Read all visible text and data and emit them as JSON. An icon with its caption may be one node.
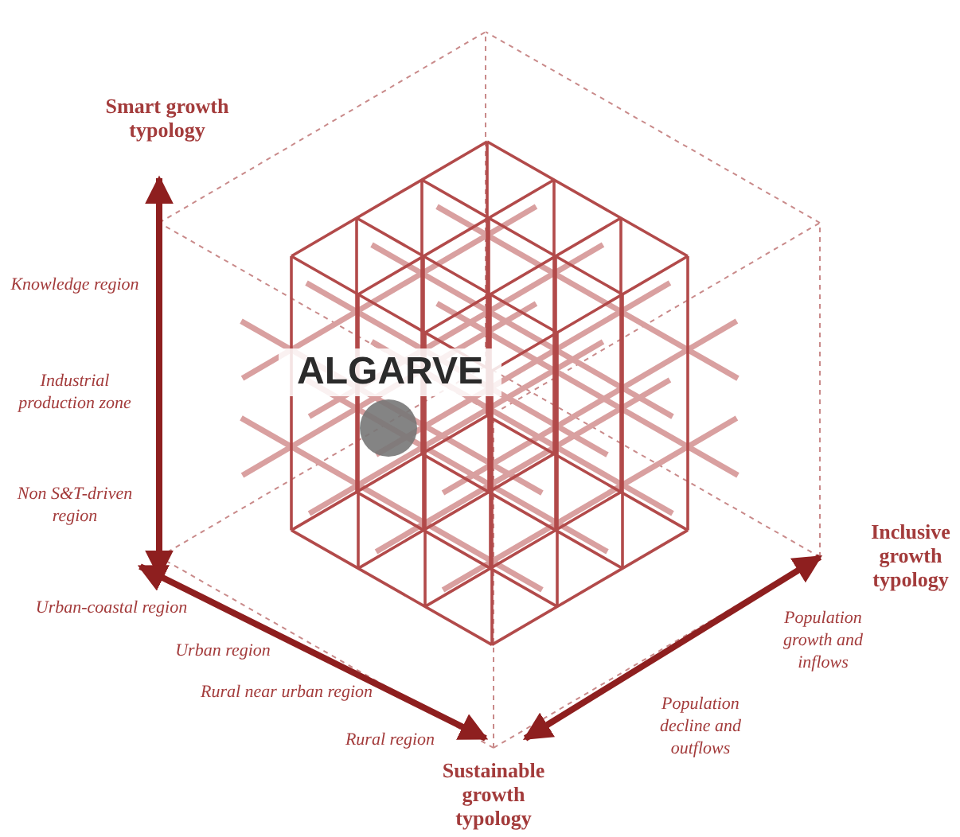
{
  "diagram": {
    "labels": [
      "Smart growth typology",
      "Knowledge region",
      "Industrial production zone",
      "Non S&T-driven region",
      "ALGARVE",
      "Inclusive growth typology",
      "Urban-coastal region",
      "Population growth and inflows",
      "Urban region",
      "Rural near urban region",
      "Population decline and outflows",
      "Rural region",
      "Sustainable growth typology"
    ]
  }
}
